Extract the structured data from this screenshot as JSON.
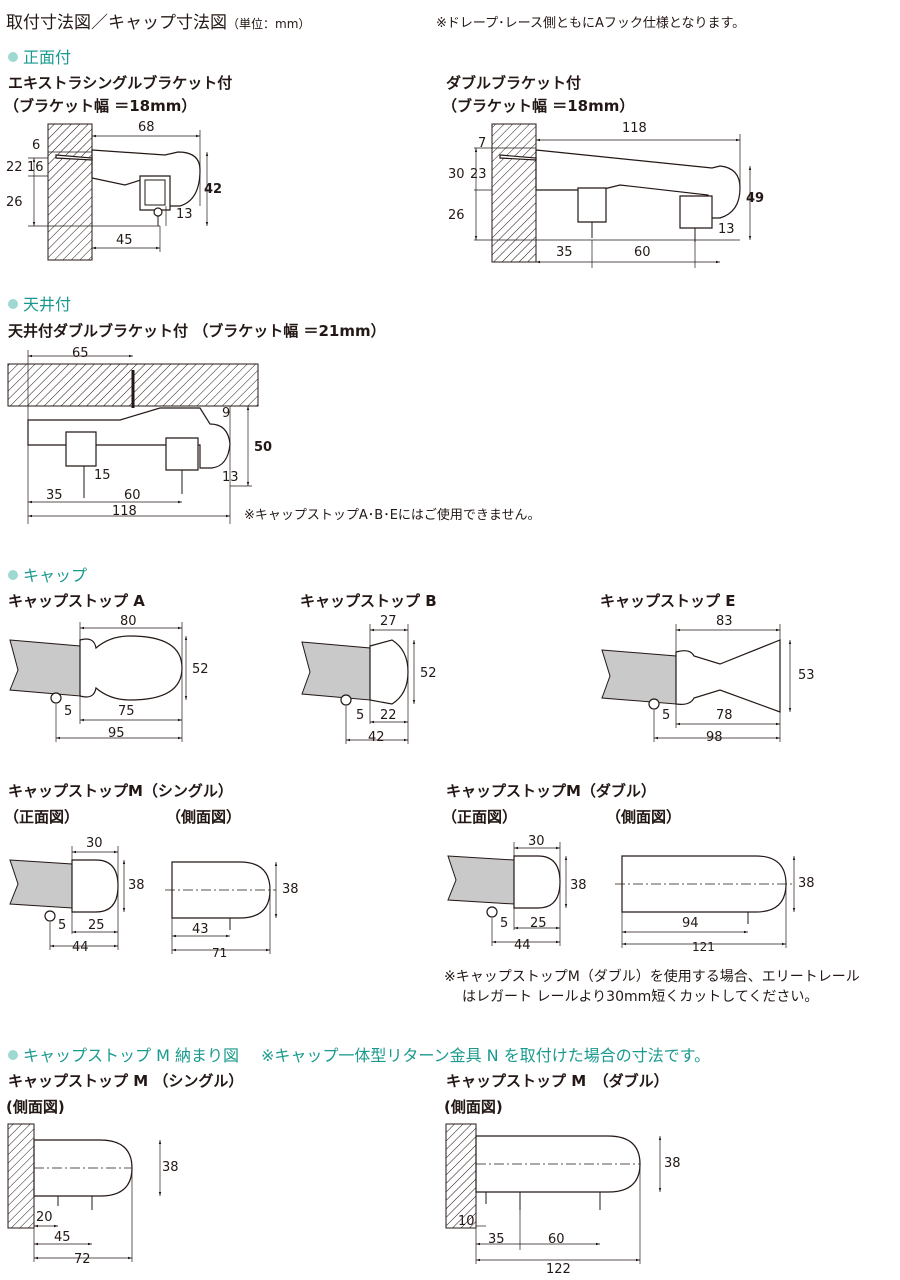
{
  "header": {
    "title": "取付寸法図／キャップ寸法図",
    "unit": "（単位：mm）",
    "note": "※ドレープ･レース側ともにAフック仕様となります。"
  },
  "sections": {
    "front": "正面付",
    "ceiling": "天井付",
    "cap": "キャップ",
    "capm": "キャップストップ M 納まり図",
    "capm_note": "※キャップ一体型リターン金具 N を取付けた場合の寸法です。"
  },
  "front_single": {
    "title1": "エキストラシングルブラケット付",
    "title2": "（ブラケット幅 ＝18mm）",
    "d68": "68",
    "d6": "6",
    "d22": "22",
    "d16": "16",
    "d26": "26",
    "d42": "42",
    "d13": "13",
    "d45": "45"
  },
  "front_double": {
    "title1": "ダブルブラケット付",
    "title2": "（ブラケット幅 ＝18mm）",
    "d118": "118",
    "d7": "7",
    "d30": "30",
    "d23": "23",
    "d26": "26",
    "d49": "49",
    "d13": "13",
    "d35": "35",
    "d60": "60"
  },
  "ceiling_double": {
    "title": "天井付ダブルブラケット付 （ブラケット幅 ＝21mm）",
    "d65": "65",
    "d9": "9",
    "d50": "50",
    "d15": "15",
    "d13": "13",
    "d35": "35",
    "d60": "60",
    "d118": "118",
    "note": "※キャップストップA･B･Eにはご使用できません。"
  },
  "cap_a": {
    "title": "キャップストップ A",
    "d80": "80",
    "d52": "52",
    "d5": "5",
    "d75": "75",
    "d95": "95"
  },
  "cap_b": {
    "title": "キャップストップ B",
    "d27": "27",
    "d52": "52",
    "d5": "5",
    "d22": "22",
    "d42": "42"
  },
  "cap_e": {
    "title": "キャップストップ E",
    "d83": "83",
    "d53": "53",
    "d5": "5",
    "d78": "78",
    "d98": "98"
  },
  "cap_m_single": {
    "title": "キャップストップM（シングル）",
    "front": "（正面図）",
    "side": "（側面図）",
    "d30": "30",
    "d38": "38",
    "d5": "5",
    "d25": "25",
    "d44": "44",
    "s38": "38",
    "s43": "43",
    "s71": "71"
  },
  "cap_m_double": {
    "title": "キャップストップM（ダブル）",
    "front": "（正面図）",
    "side": "（側面図）",
    "d30": "30",
    "d38": "38",
    "d5": "5",
    "d25": "25",
    "d44": "44",
    "s38": "38",
    "s94": "94",
    "s121": "121",
    "note1": "※キャップストップM（ダブル）を使用する場合、エリートレール",
    "note2": "はレガート レールより30mm短くカットしてください。"
  },
  "fit_single": {
    "title": "キャップストップ M （シングル）",
    "side": "(側面図)",
    "d38": "38",
    "d20": "20",
    "d45": "45",
    "d72": "72"
  },
  "fit_double": {
    "title": "キャップストップ M　（ダブル）",
    "side": "(側面図)",
    "d38": "38",
    "d10": "10",
    "d35": "35",
    "d60": "60",
    "d122": "122"
  }
}
